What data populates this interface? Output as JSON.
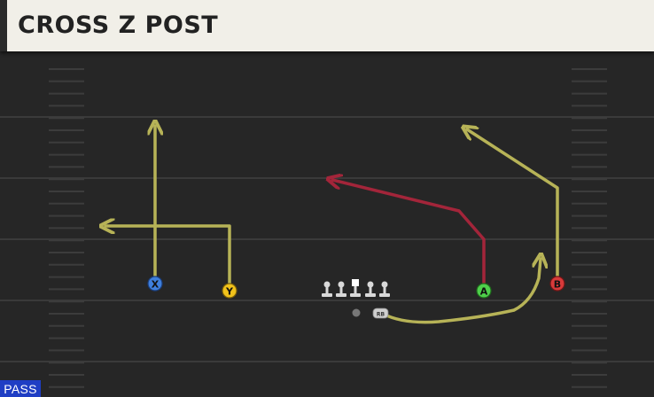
{
  "play": {
    "title": "CROSS Z POST",
    "type_badge": "PASS"
  },
  "players": {
    "x": {
      "label": "X",
      "color": "#3f7fdc"
    },
    "y": {
      "label": "Y",
      "color": "#f1c21b"
    },
    "a": {
      "label": "A",
      "color": "#4fcf4b"
    },
    "b": {
      "label": "B",
      "color": "#d83a3a"
    },
    "rb": {
      "label": "RB"
    }
  },
  "routes": {
    "standard_color": "#b7b357",
    "primary_color": "#a3253a"
  }
}
